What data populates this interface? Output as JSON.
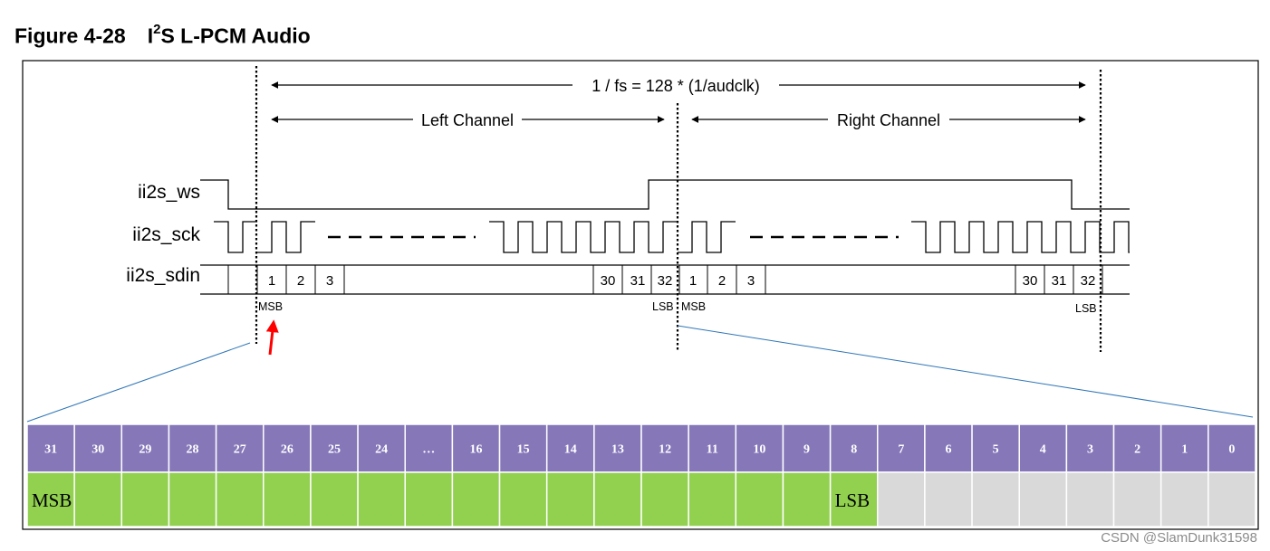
{
  "figure": {
    "number": "Figure 4-28",
    "title_pre": "I",
    "title_sup": "2",
    "title_post": "S L-PCM Audio"
  },
  "timing": {
    "frame_label": "1 / fs = 128 * (1/audclk)",
    "left_channel_label": "Left Channel",
    "right_channel_label": "Right Channel"
  },
  "signals": {
    "ws": "ii2s_ws",
    "sck": "ii2s_sck",
    "sdin": "ii2s_sdin"
  },
  "sdin_slots": {
    "left_first": [
      "1",
      "2",
      "3"
    ],
    "left_last": [
      "30",
      "31",
      "32"
    ],
    "right_first": [
      "1",
      "2",
      "3"
    ],
    "right_last": [
      "30",
      "31",
      "32"
    ]
  },
  "markers": {
    "msb": "MSB",
    "lsb": "LSB"
  },
  "bit_register": {
    "bits": [
      "31",
      "30",
      "29",
      "28",
      "27",
      "26",
      "25",
      "24",
      "…",
      "16",
      "15",
      "14",
      "13",
      "12",
      "11",
      "10",
      "9",
      "8",
      "7",
      "6",
      "5",
      "4",
      "3",
      "2",
      "1",
      "0"
    ],
    "valid_count": 18,
    "msb_label": "MSB",
    "lsb_label": "LSB"
  },
  "colors": {
    "header": "#8677B9",
    "valid": "#92D050",
    "unused": "#D9D9D9",
    "pointer": "#FF0000",
    "zoom_line": "#2E75B6"
  },
  "watermark": "CSDN @SlamDunk31598"
}
